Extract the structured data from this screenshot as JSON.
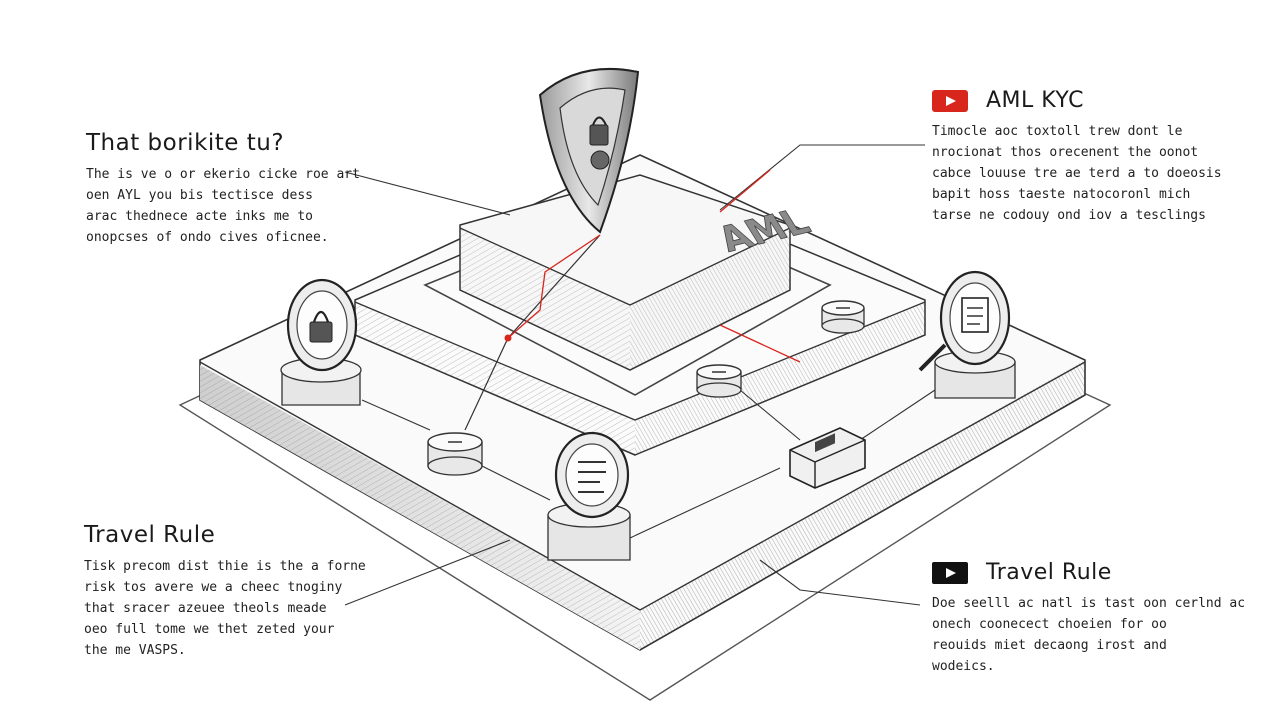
{
  "colors": {
    "accent_red": "#d8261d",
    "ink": "#1d1d1d",
    "pencil": "#4a4a4a"
  },
  "diagram": {
    "platform_label": "AML",
    "icons": [
      "shield-lock-icon",
      "padlock-icon",
      "document-icon",
      "magnifier-icon",
      "checklist-icon",
      "wallet-icon",
      "node-icon"
    ]
  },
  "callouts": {
    "top_left": {
      "heading": "That borikite tu?",
      "lines": [
        "The is ve o or ekerio cicke roe art",
        "oen AYL you bis tectisce dess",
        "arac thednece acte inks me to",
        "onopcses of ondo cives oficnee."
      ]
    },
    "top_right": {
      "icon": "video-play-icon",
      "heading": "AML KYC",
      "lines": [
        "Timocle aoc toxtoll trew dont le",
        "nrocionat thos orecenent the oonot",
        "cabce louuse tre ae terd a to doeosis",
        "bapit hoss taeste natocoronl mich",
        "tarse ne codouy ond iov a tesclings"
      ]
    },
    "bottom_left": {
      "heading": "Travel Rule",
      "lines": [
        "Tisk precom dist thie is the a forne",
        "risk tos avere we a cheec tnoginy",
        "that sracer azeuee theols meade",
        "oeo full tome we thet zeted your",
        "the me VASPS."
      ]
    },
    "bottom_right": {
      "icon": "video-play-icon",
      "heading": "Travel Rule",
      "lines": [
        "Doe seelll ac natl is tast oon cerlnd ac",
        "onech coonecect choeien for oo",
        "reouids miet decaong irost and",
        "wodeics."
      ]
    }
  }
}
